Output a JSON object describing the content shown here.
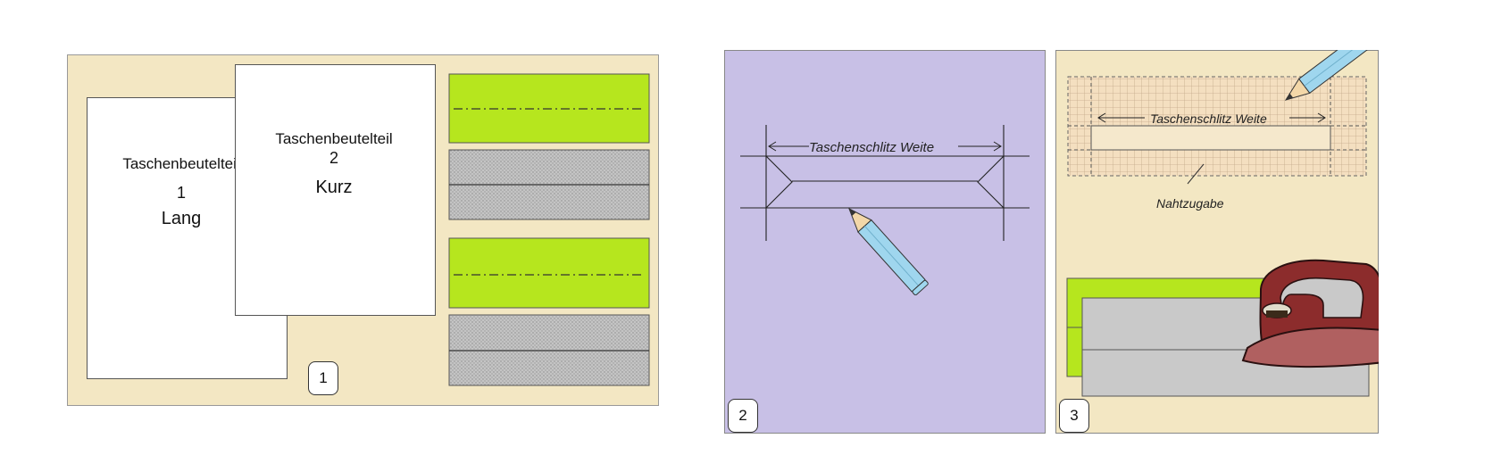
{
  "panel1": {
    "piece_long": {
      "title": "Taschenbeutelteil",
      "number": "1",
      "size": "Lang"
    },
    "piece_short": {
      "title": "Taschenbeutelteil",
      "number": "2",
      "size": "Kurz"
    },
    "step": "1"
  },
  "panel2": {
    "dimension_label": "Taschenschlitz Weite",
    "step": "2"
  },
  "panel3": {
    "dimension_label": "Taschenschlitz Weite",
    "seam_label": "Nahtzugabe",
    "step": "3"
  },
  "colors": {
    "tan": "#f3e7c3",
    "lavender": "#c8c0e6",
    "lime": "#b6e61e",
    "grey": "#c9c9c9",
    "pencil": "#9fd6ee",
    "iron": "#8c2c2c"
  }
}
